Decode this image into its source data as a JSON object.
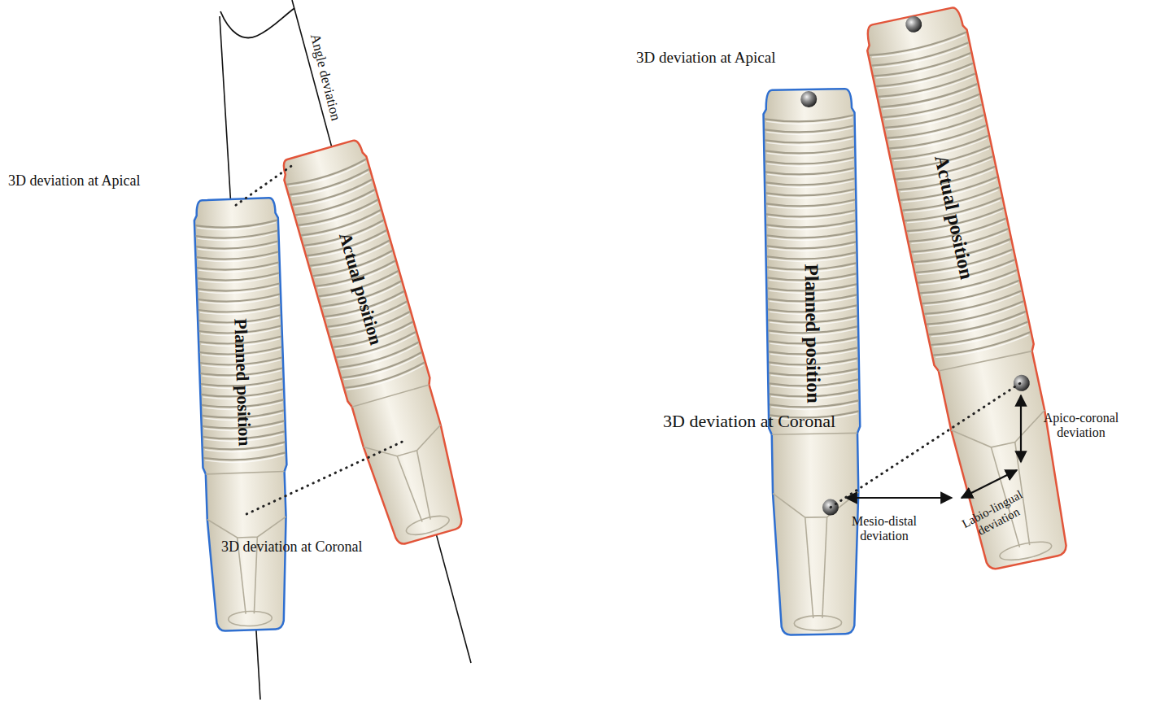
{
  "diagram": {
    "nodes": [
      {
        "text": [
          "Planned position"
        ]
      },
      {
        "text": [
          "Actual position"
        ]
      },
      {
        "text": [
          "Planned position"
        ]
      },
      {
        "text": [
          "Actual position"
        ]
      }
    ],
    "edges": [
      {
        "from": 0,
        "to": 1,
        "arrow": "none"
      },
      {
        "from": 0,
        "to": 1,
        "arrow": "none"
      },
      {
        "from": 2,
        "to": 3,
        "arrow": "none"
      }
    ],
    "labels": [
      "Angle deviation",
      "3D deviation at Apical",
      "3D deviation at Coronal",
      "3D deviation at Apical",
      "3D deviation at Coronal",
      "Mesio-distal deviation",
      "Labio-lingual deviation",
      "Apico-coronal deviation"
    ]
  }
}
